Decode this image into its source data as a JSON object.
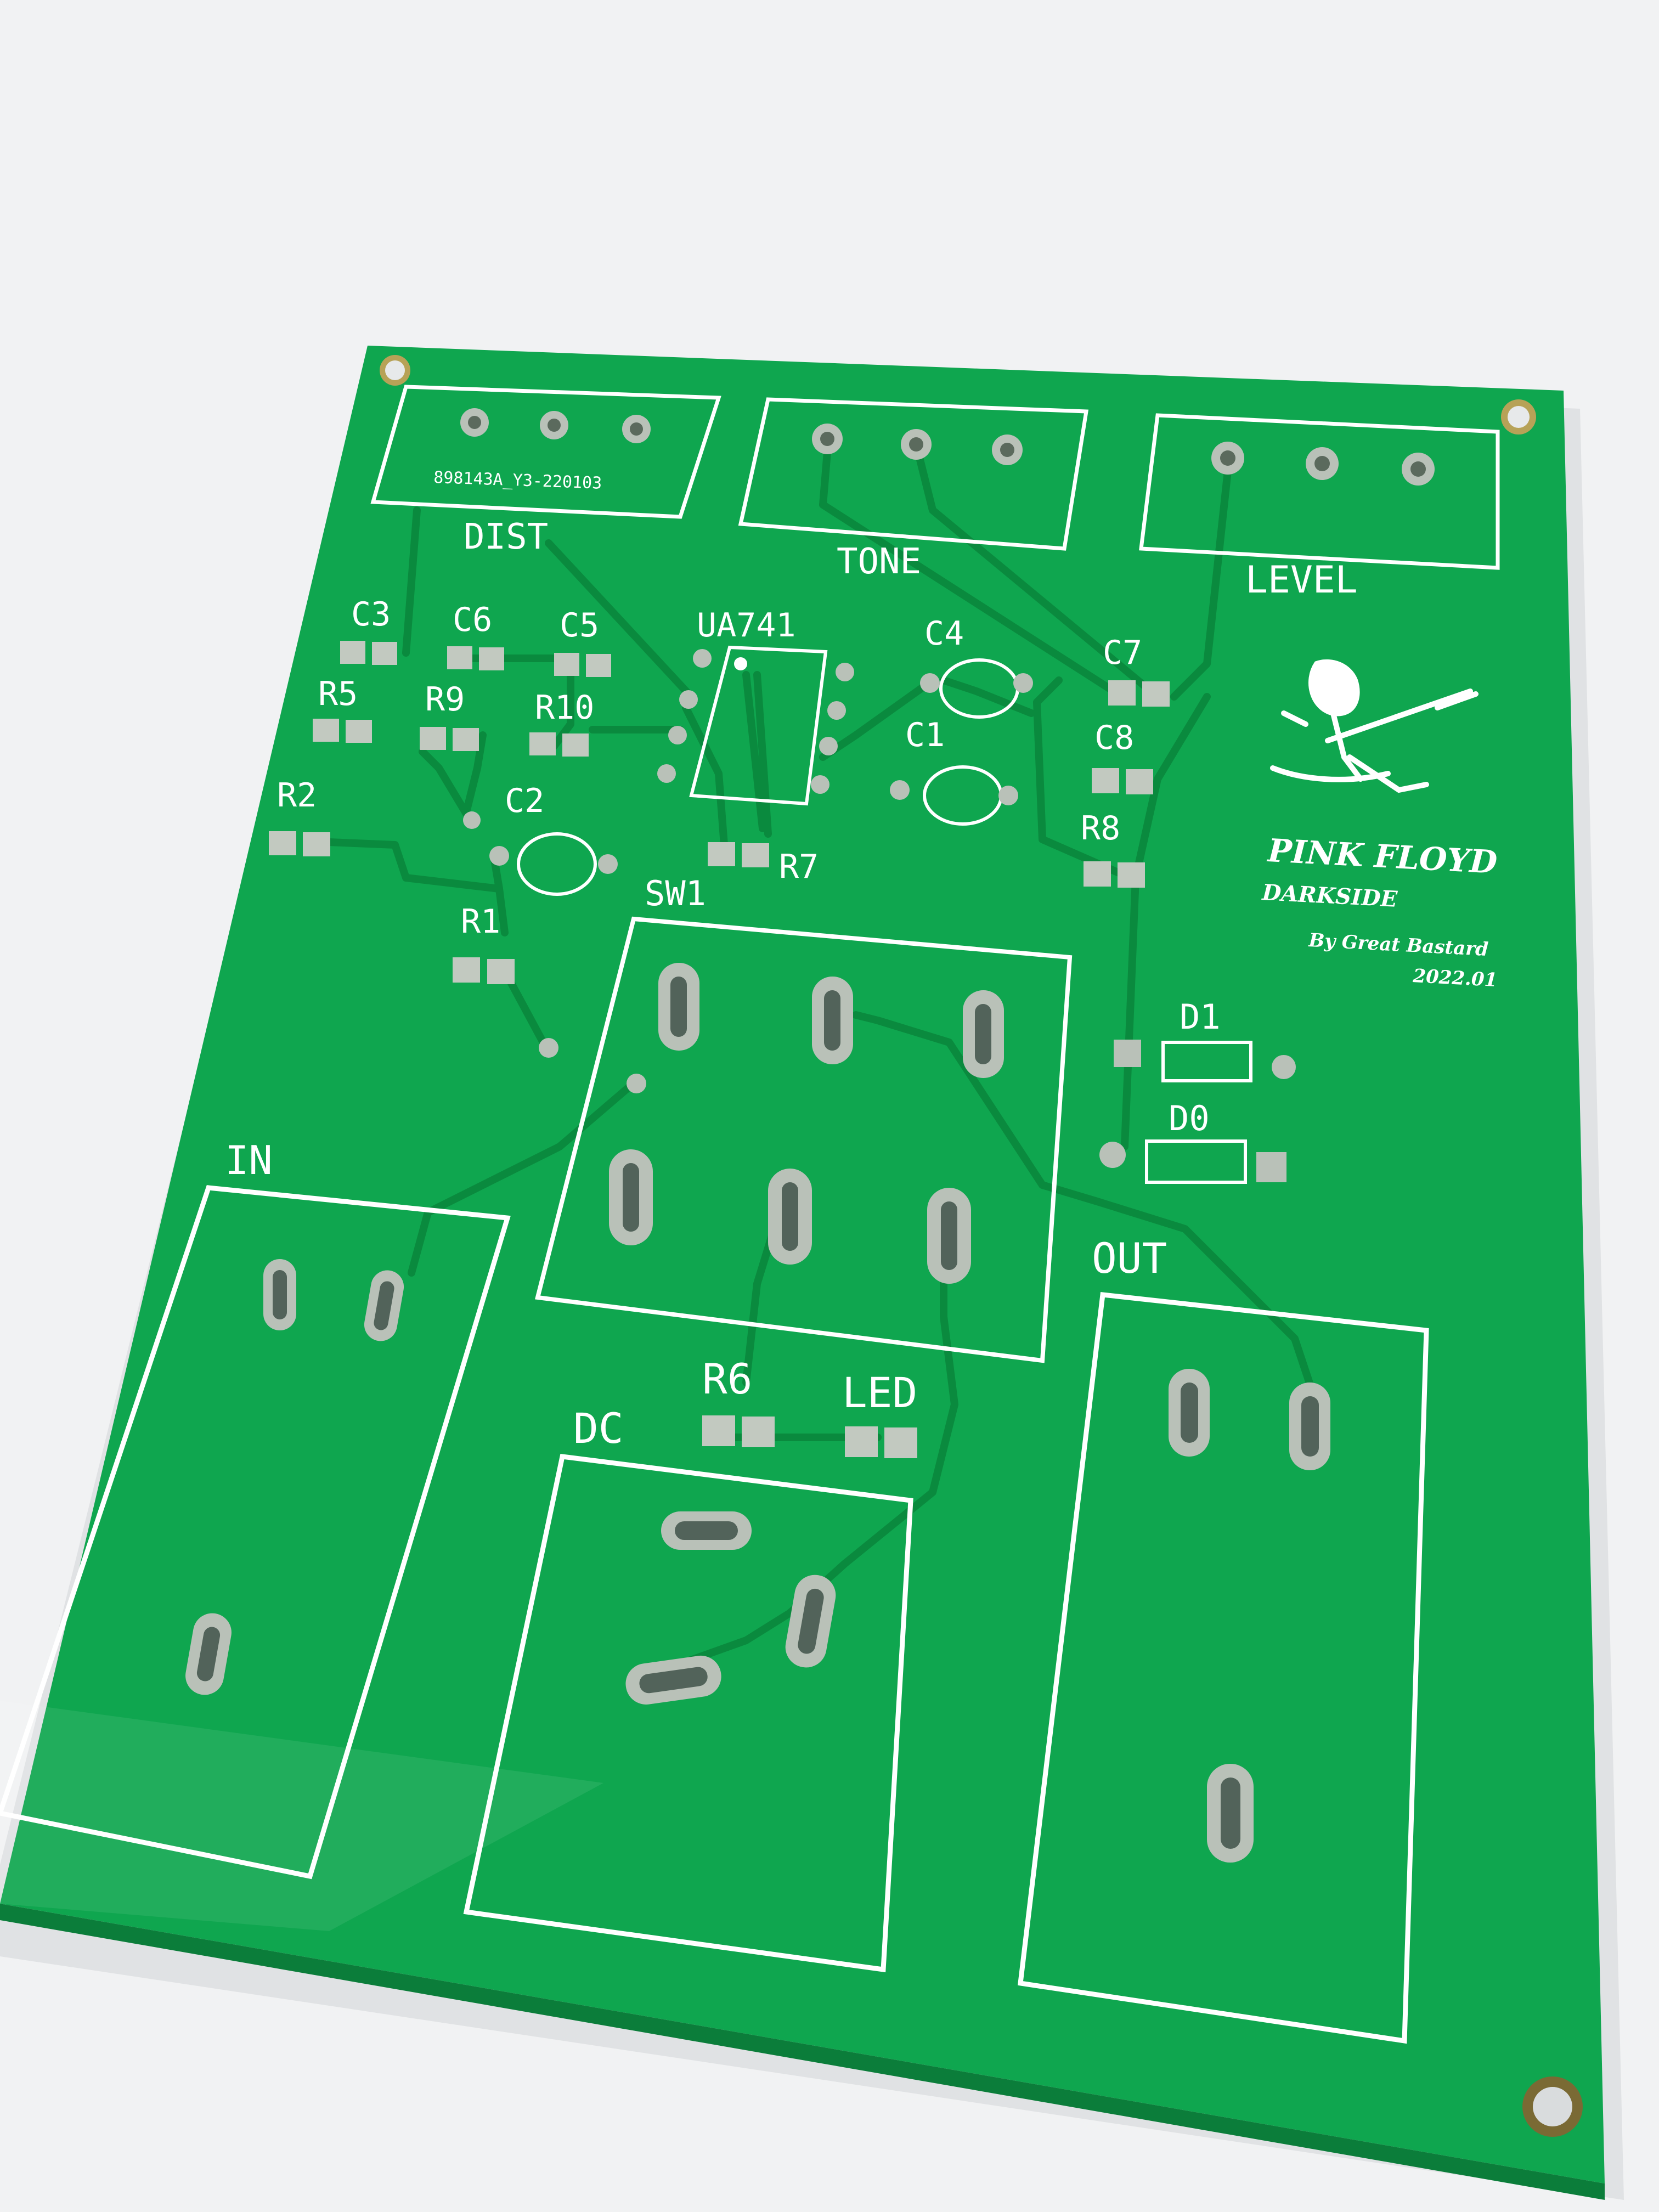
{
  "board": {
    "color": "#0fa64f",
    "trace_color": "#0a8a3e",
    "silk_color": "#ffffff",
    "pad_color": "#b9c1b8",
    "background": "#f1f2f3"
  },
  "labels": {
    "version": "898143A_Y3-220103",
    "dist": "DIST",
    "tone": "TONE",
    "level": "LEVEL",
    "c3": "C3",
    "c6": "C6",
    "c5": "C5",
    "ua741": "UA741",
    "c4": "C4",
    "c7": "C7",
    "r5": "R5",
    "r9": "R9",
    "r10": "R10",
    "c1": "C1",
    "c8": "C8",
    "r2": "R2",
    "c2": "C2",
    "r8": "R8",
    "r7": "R7",
    "r1": "R1",
    "sw1": "SW1",
    "d1": "D1",
    "d0": "D0",
    "in": "IN",
    "out": "OUT",
    "dc": "DC",
    "r6": "R6",
    "led": "LED"
  },
  "artwork": {
    "band_logo_text": "PINK FLOYD",
    "album_text": "DARKSIDE",
    "credit": "By Great Bastard",
    "date": "2022.01"
  }
}
